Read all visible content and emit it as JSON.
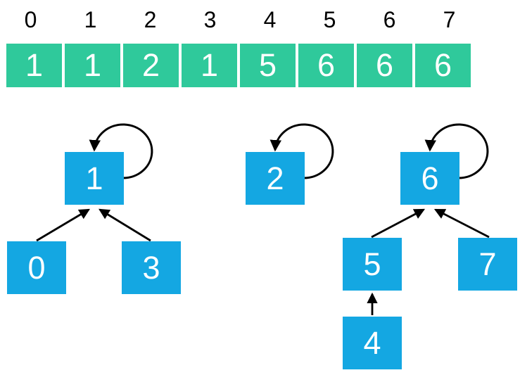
{
  "colors": {
    "array_cell": "#2fc99b",
    "tree_node": "#14a7e2",
    "arrow": "#000000",
    "index_text": "#000000",
    "value_text": "#ffffff",
    "background": "#ffffff"
  },
  "array": {
    "indices": [
      "0",
      "1",
      "2",
      "3",
      "4",
      "5",
      "6",
      "7"
    ],
    "values": [
      "1",
      "1",
      "2",
      "1",
      "5",
      "6",
      "6",
      "6"
    ]
  },
  "nodes": [
    {
      "label": "0"
    },
    {
      "label": "1"
    },
    {
      "label": "2"
    },
    {
      "label": "3"
    },
    {
      "label": "4"
    },
    {
      "label": "5"
    },
    {
      "label": "6"
    },
    {
      "label": "7"
    }
  ],
  "edges": [
    {
      "child": "0",
      "parent": "1"
    },
    {
      "child": "3",
      "parent": "1"
    },
    {
      "child": "5",
      "parent": "6"
    },
    {
      "child": "7",
      "parent": "6"
    },
    {
      "child": "4",
      "parent": "5"
    }
  ],
  "self_loops": [
    "1",
    "2",
    "6"
  ]
}
